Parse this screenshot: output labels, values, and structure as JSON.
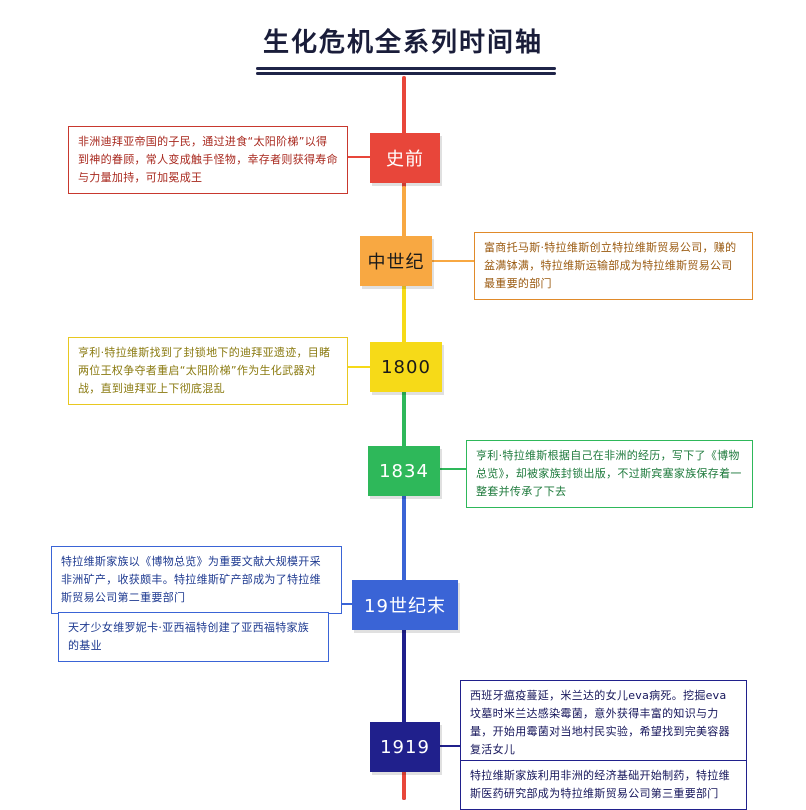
{
  "title": "生化危机全系列时间轴",
  "eras": [
    {
      "label": "史前",
      "color": "#e8463a",
      "text_color": "#ffffff",
      "notes": [
        "非洲迪拜亚帝国的子民，通过进食“太阳阶梯”以得到神的眷顾，常人变成触手怪物，幸存者则获得寿命与力量加持，可加冕成王"
      ]
    },
    {
      "label": "中世纪",
      "color": "#f8a842",
      "text_color": "#1a1a1a",
      "notes": [
        "富商托马斯·特拉维斯创立特拉维斯贸易公司，赚的盆满钵满，特拉维斯运输部成为特拉维斯贸易公司最重要的部门"
      ]
    },
    {
      "label": "1800",
      "color": "#f6da18",
      "text_color": "#1a1a1a",
      "notes": [
        "亨利·特拉维斯找到了封锁地下的迪拜亚遗迹，目睹两位王权争夺者重启“太阳阶梯”作为生化武器对战，直到迪拜亚上下彻底混乱"
      ]
    },
    {
      "label": "1834",
      "color": "#2eb85a",
      "text_color": "#ffffff",
      "notes": [
        "亨利·特拉维斯根据自己在非洲的经历，写下了《博物总览》，却被家族封锁出版，不过斯宾塞家族保存着一整套并传承了下去"
      ]
    },
    {
      "label": "19世纪末",
      "color": "#3a64d6",
      "text_color": "#ffffff",
      "notes": [
        "特拉维斯家族以《博物总览》为重要文献大规模开采非洲矿产，收获颇丰。特拉维斯矿产部成为了特拉维斯贸易公司第二重要部门",
        "天才少女维罗妮卡·亚西福特创建了亚西福特家族的基业"
      ]
    },
    {
      "label": "1919",
      "color": "#20208c",
      "text_color": "#ffffff",
      "notes": [
        "西班牙瘟疫蔓延，米兰达的女儿eva病死。挖掘eva坟墓时米兰达感染霉菌，意外获得丰富的知识与力量，开始用霉菌对当地村民实验，希望找到完美容器复活女儿",
        "特拉维斯家族利用非洲的经济基础开始制药，特拉维斯医药研究部成为特拉维斯贸易公司第三重要部门"
      ]
    }
  ]
}
